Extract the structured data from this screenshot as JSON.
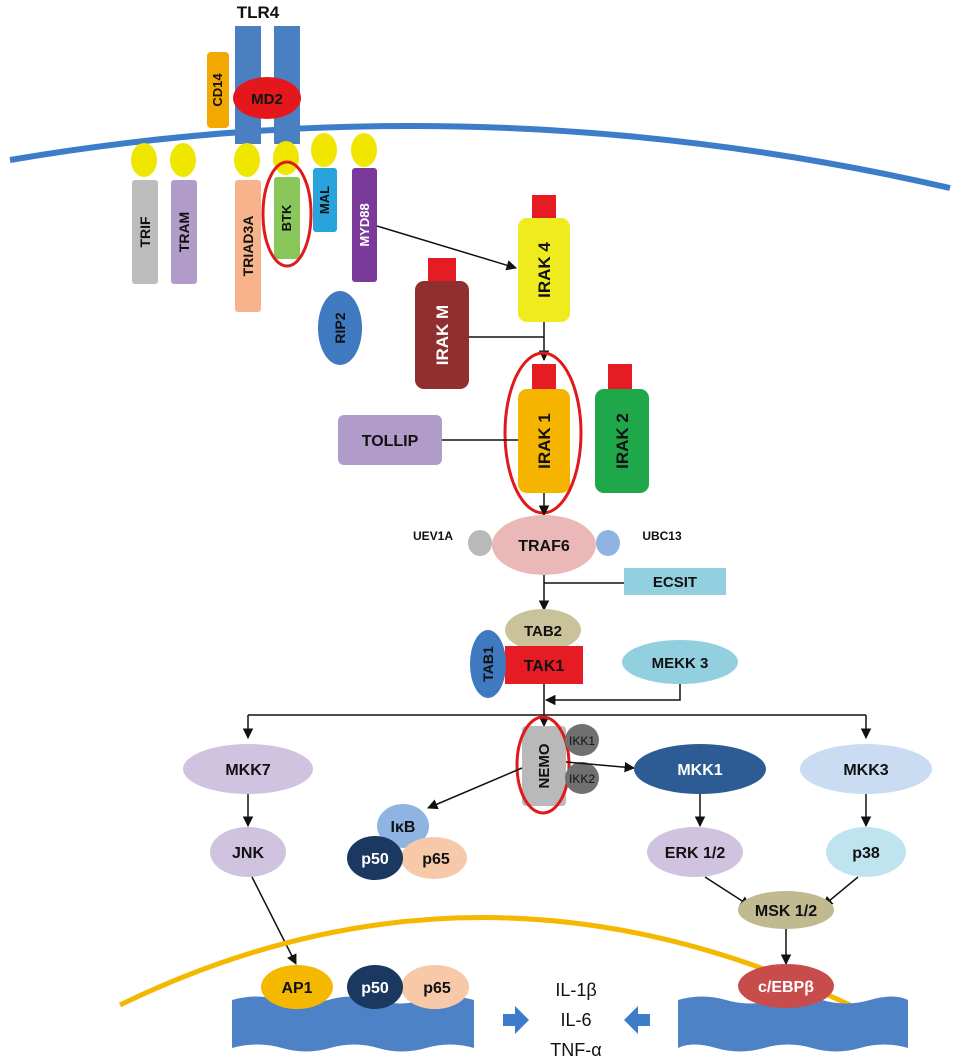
{
  "receptor": {
    "name": "TLR4",
    "cd14": "CD14",
    "md2": "MD2"
  },
  "adaptors": {
    "trif": "TRIF",
    "tram": "TRAM",
    "triad3a": "TRIAD3A",
    "btk": "BTK",
    "mal": "MAL",
    "myd88": "MYD88",
    "rip2": "RIP2"
  },
  "kinases": {
    "irak4": "IRAK 4",
    "irakm": "IRAK M",
    "irak1": "IRAK 1",
    "irak2": "IRAK 2",
    "tollip": "TOLLIP"
  },
  "traf": {
    "traf6": "TRAF6",
    "uev1a": "UEV1A",
    "ubc13": "UBC13",
    "ecsit": "ECSIT"
  },
  "tak": {
    "tab2": "TAB2",
    "tab1": "TAB1",
    "tak1": "TAK1",
    "mekk3": "MEKK 3"
  },
  "ikk": {
    "nemo": "NEMO",
    "ikk1": "IKK1",
    "ikk2": "IKK2"
  },
  "mapk": {
    "mkk7": "MKK7",
    "jnk": "JNK",
    "mkk1": "MKK1",
    "erk": "ERK 1/2",
    "mkk3": "MKK3",
    "p38": "p38",
    "msk": "MSK 1/2"
  },
  "nfkb": {
    "ikb": "IκB",
    "p50": "p50",
    "p65": "p65"
  },
  "nuclear": {
    "ap1": "AP1",
    "p50": "p50",
    "p65": "p65",
    "cebpb": "c/EBPβ"
  },
  "cytokines": {
    "il1b": "IL-1β",
    "il6": "IL-6",
    "tnfa": "TNF-α"
  },
  "colors": {
    "membrane": "#3d7cc9",
    "nuclear_membrane": "#f5b800",
    "dna": "#4d82c7",
    "highlight": "#e01a1a",
    "tlr": "#4a7fc1",
    "md2": "#e3171c",
    "cd14": "#f2a800",
    "head": "#f0e600",
    "kinase_cap": "#e61c24"
  }
}
